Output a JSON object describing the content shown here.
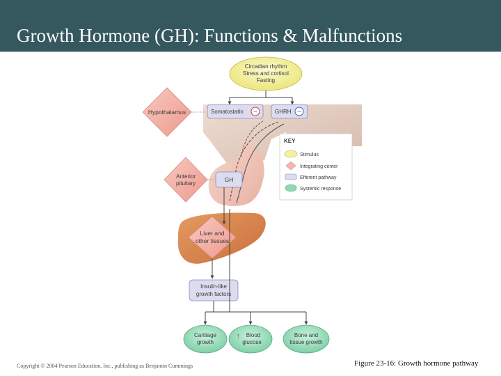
{
  "slide": {
    "title": "Growth Hormone (GH): Functions & Malfunctions",
    "copyright": "Copyright © 2004 Pearson Education, Inc., publishing as Benjamin Cummings",
    "caption": "Figure 23-16: Growth hormone pathway"
  },
  "diagram": {
    "stimulus": [
      "Circadian rhythm",
      "Stress and cortisol",
      "Fasting"
    ],
    "hypothalamus": "Hypothalamus",
    "somatostatin": "Somatostatin",
    "ghrh": "GHRH",
    "inhibit_symbol": "−",
    "anterior_pituitary": [
      "Anterior",
      "pituitary"
    ],
    "gh": "GH",
    "liver": [
      "Liver and",
      "other tissues"
    ],
    "igf": [
      "Insulin-like",
      "growth factors"
    ],
    "responses": {
      "cartilage": [
        "Cartilage",
        "growth"
      ],
      "glucose_arrow": "↑",
      "glucose": [
        "Blood",
        "glucose"
      ],
      "bone": [
        "Bone and",
        "tissue growth"
      ]
    },
    "key": {
      "title": "KEY",
      "items": [
        {
          "label": "Stimulus",
          "color": "#f4f0a0"
        },
        {
          "label": "Integrating center",
          "color": "#f5b8b0"
        },
        {
          "label": "Efferent pathway",
          "color": "#dcdcf0"
        },
        {
          "label": "Systemic response",
          "color": "#8fd9b4"
        }
      ]
    }
  }
}
